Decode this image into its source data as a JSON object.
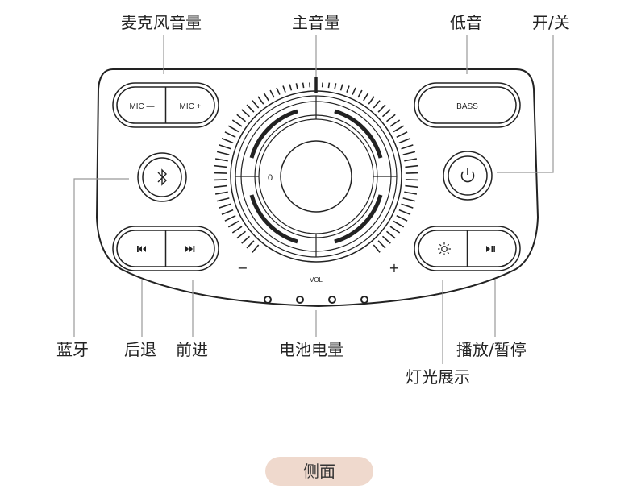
{
  "labels": {
    "mic_volume": "麦克风音量",
    "master_volume": "主音量",
    "bass": "低音",
    "power": "开/关",
    "bluetooth": "蓝牙",
    "prev": "后退",
    "next": "前进",
    "battery": "电池电量",
    "play_pause": "播放/暂停",
    "light_show": "灯光展示"
  },
  "buttons": {
    "mic_minus": "MIC —",
    "mic_plus": "MIC +",
    "bass": "BASS"
  },
  "dial": {
    "minus": "−",
    "plus": "+",
    "vol": "VOL",
    "zero": "0"
  },
  "view_label": "侧面",
  "icons": {
    "bluetooth": "bluetooth-icon",
    "power": "power-icon",
    "prev": "skip-back-icon",
    "next": "skip-forward-icon",
    "light": "sun-icon",
    "play_pause": "play-pause-icon"
  },
  "battery_indicator_count": 4,
  "colors": {
    "stroke": "#222222",
    "leader": "#999999",
    "tag": "#efd9cd"
  }
}
